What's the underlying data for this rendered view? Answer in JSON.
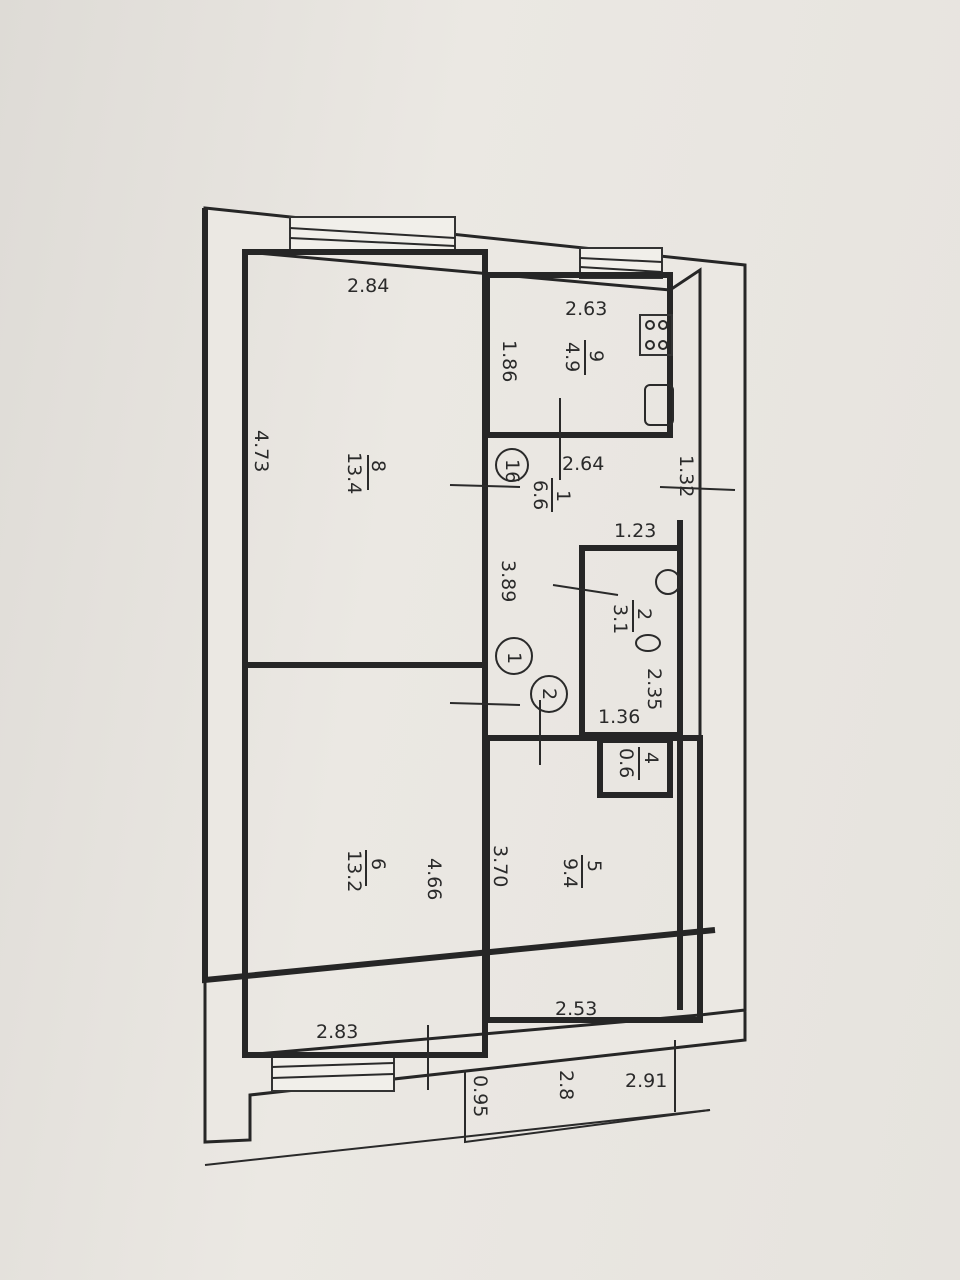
{
  "plan": {
    "outer_dimensions": {
      "top_left": "2.84",
      "left": "4.73",
      "bottom_left": "2.83",
      "bottom_right": "2.91",
      "balcony_depth": "0.95",
      "balcony_area": "2.8"
    },
    "rooms": [
      {
        "number": "8",
        "area": "13.4"
      },
      {
        "number": "9",
        "area": "4.9"
      },
      {
        "number": "1",
        "area": "6.6"
      },
      {
        "number": "2",
        "area": "3.1"
      },
      {
        "number": "4",
        "area": "0.6"
      },
      {
        "number": "6",
        "area": "13.2"
      },
      {
        "number": "5",
        "area": "9.4"
      }
    ],
    "dimensions": {
      "kitchen_width": "2.63",
      "kitchen_depth": "1.86",
      "hall_width": "2.64",
      "hall_offset": "1.32",
      "hall_length": "3.89",
      "bath_width": "1.23",
      "bath_length": "2.35",
      "bath_inner": "1.36",
      "room6_length": "4.66",
      "room5_length": "3.70",
      "room5_width": "2.53"
    },
    "markers": [
      "16",
      "1",
      "2"
    ]
  }
}
